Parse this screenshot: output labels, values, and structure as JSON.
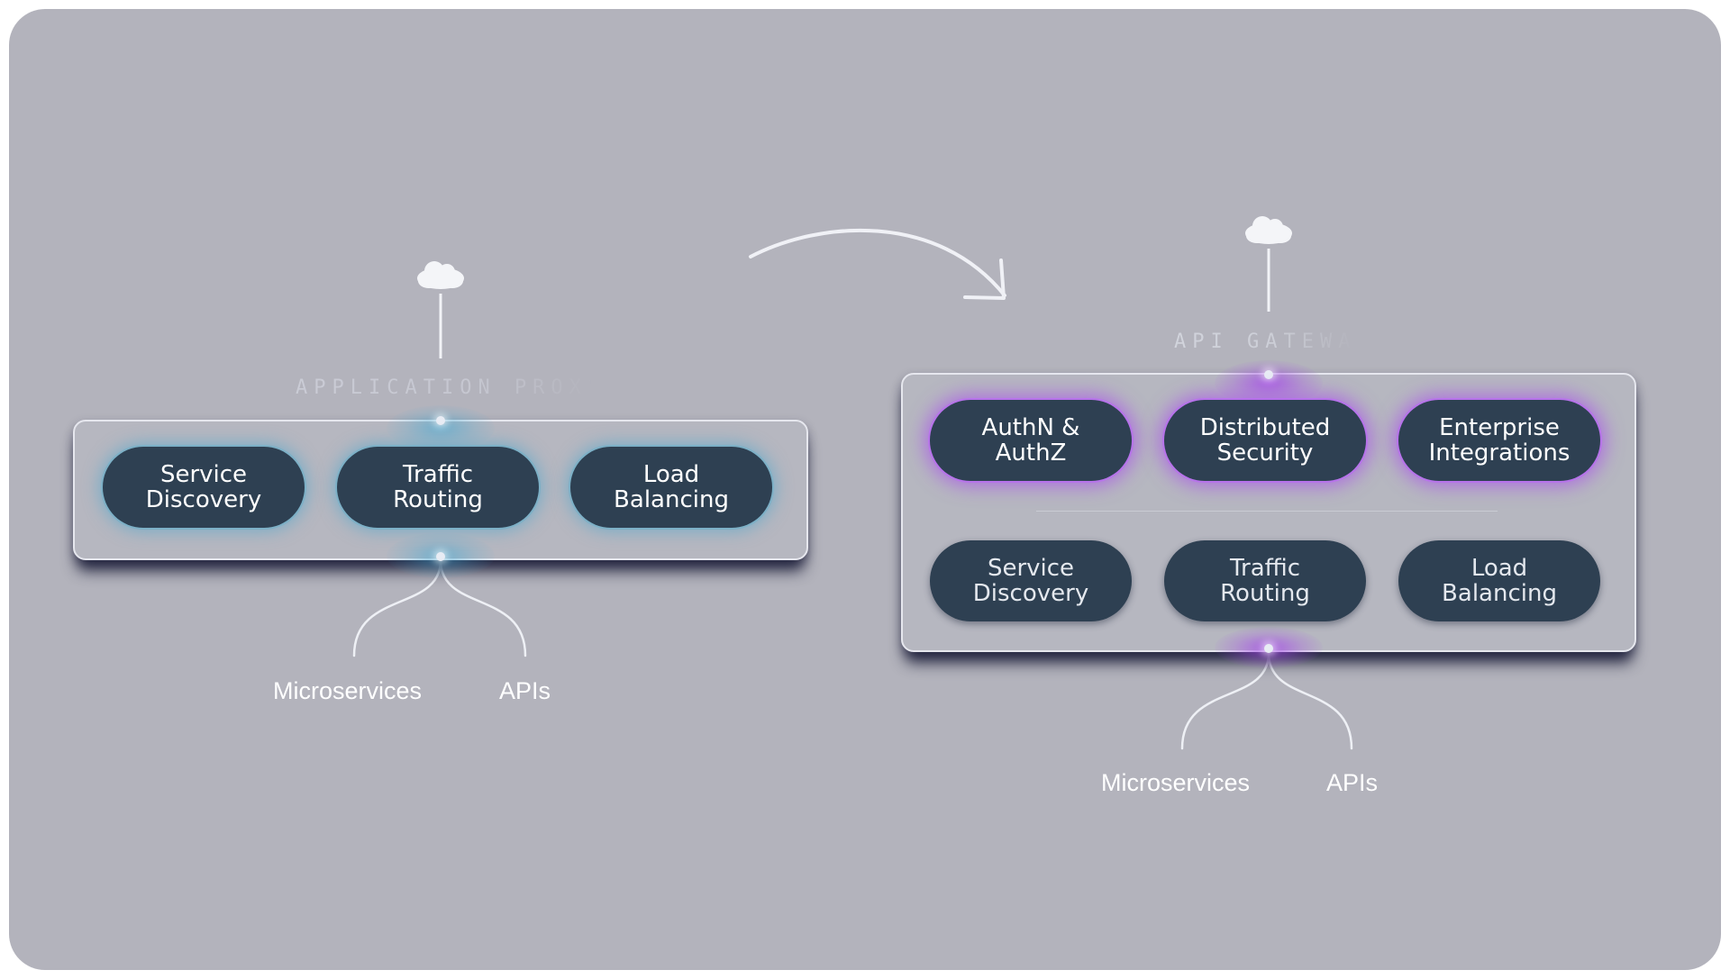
{
  "left_diagram": {
    "caption": "APPLICATION PROXY",
    "modules": [
      "Service\nDiscovery",
      "Traffic\nRouting",
      "Load\nBalancing"
    ],
    "downstream": [
      "Microservices",
      "APIs"
    ]
  },
  "right_diagram": {
    "caption": "API GATEWAY",
    "top_modules": [
      "AuthN &\nAuthZ",
      "Distributed\nSecurity",
      "Enterprise\nIntegrations"
    ],
    "bottom_modules": [
      "Service\nDiscovery",
      "Traffic\nRouting",
      "Load\nBalancing"
    ],
    "downstream": [
      "Microservices",
      "APIs"
    ]
  },
  "icons": {
    "cloud": "cloud-icon",
    "transition_arrow": "curved-arrow-icon"
  },
  "colors": {
    "background": "#b3b3bc",
    "panel": "#b6b7c0",
    "pill": "#2e4052",
    "teal_glow": "#46a5cd",
    "purple_glow": "#aa50eb"
  }
}
